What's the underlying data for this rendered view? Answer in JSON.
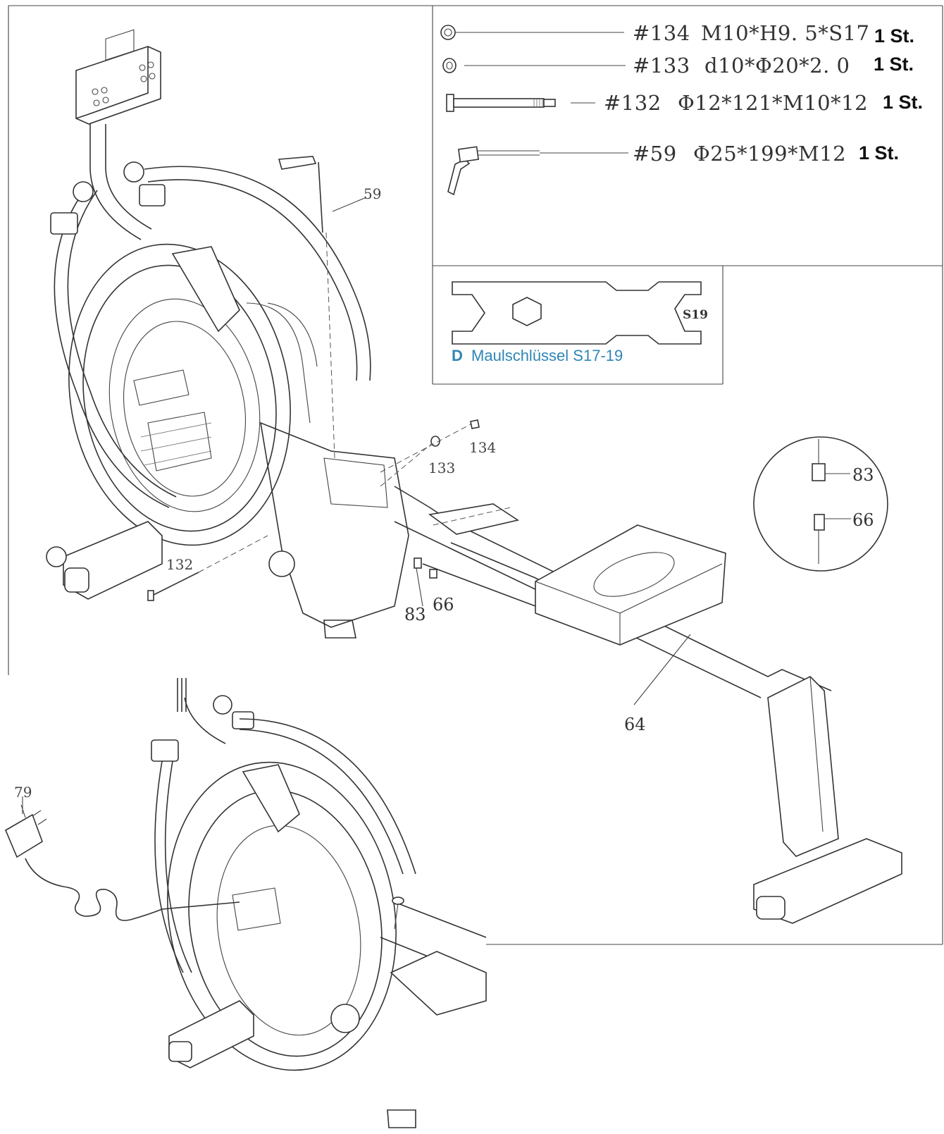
{
  "parts_list": [
    {
      "label": "#134",
      "spec": "M10*H9. 5*S17",
      "qty": "1 St."
    },
    {
      "label": "#133",
      "spec": "d10*Φ20*2. 0",
      "qty": "1 St."
    },
    {
      "label": "#132",
      "spec": "Φ12*121*M10*12",
      "qty": "1 St."
    },
    {
      "label": "#59",
      "spec": "Φ25*199*M12",
      "qty": "1 St."
    }
  ],
  "wrench": {
    "prefix": "D",
    "name": "Maulschlüssel S17-19",
    "jaw_mark": "S19"
  },
  "callouts": {
    "c59": "59",
    "c134": "134",
    "c133": "133",
    "c132": "132",
    "c83": "83",
    "c66": "66",
    "c64": "64",
    "c79": "79",
    "detail83": "83",
    "detail66": "66"
  }
}
